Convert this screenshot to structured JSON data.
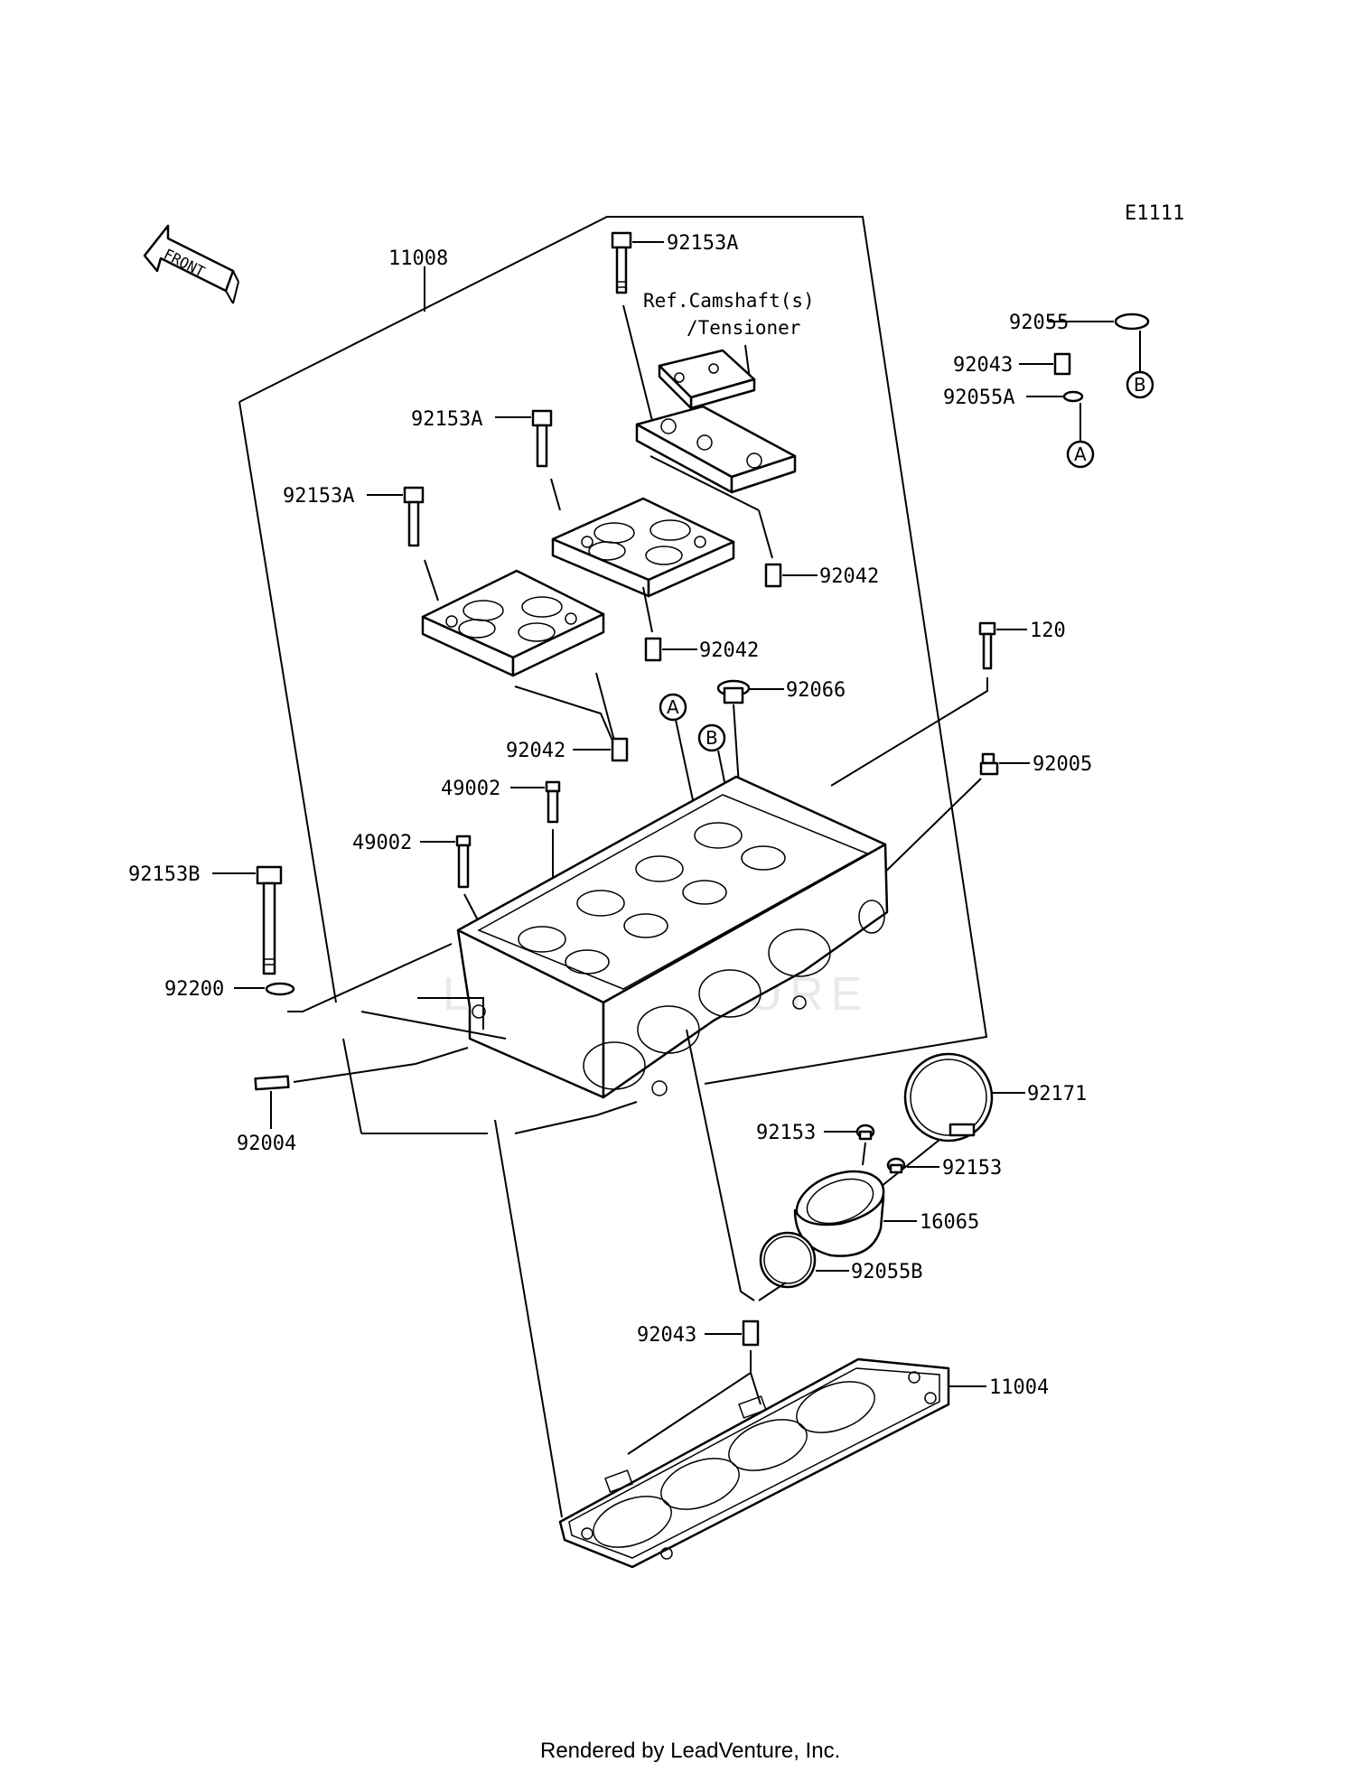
{
  "diagram_code": "E1111",
  "front_label": "FRONT",
  "watermark": "LEADVENTURE",
  "reference_note": [
    "Ref.Camshaft(s)",
    "/Tensioner"
  ],
  "callouts": {
    "a_top": "A",
    "b_top": "B",
    "a_mid": "A",
    "b_mid": "B"
  },
  "parts": {
    "p11008": "11008",
    "p92153A_1": "92153A",
    "p92153A_2": "92153A",
    "p92153A_3": "92153A",
    "p92055": "92055",
    "p92043_top": "92043",
    "p92055A": "92055A",
    "p92042_1": "92042",
    "p92042_2": "92042",
    "p92042_3": "92042",
    "p120": "120",
    "p92066": "92066",
    "p92005": "92005",
    "p49002_1": "49002",
    "p49002_2": "49002",
    "p92153B": "92153B",
    "p92200": "92200",
    "p92004": "92004",
    "p92171": "92171",
    "p92153_1": "92153",
    "p92153_2": "92153",
    "p16065": "16065",
    "p92055B": "92055B",
    "p92043_bot": "92043",
    "p11004": "11004"
  },
  "footer": "Rendered by LeadVenture, Inc."
}
